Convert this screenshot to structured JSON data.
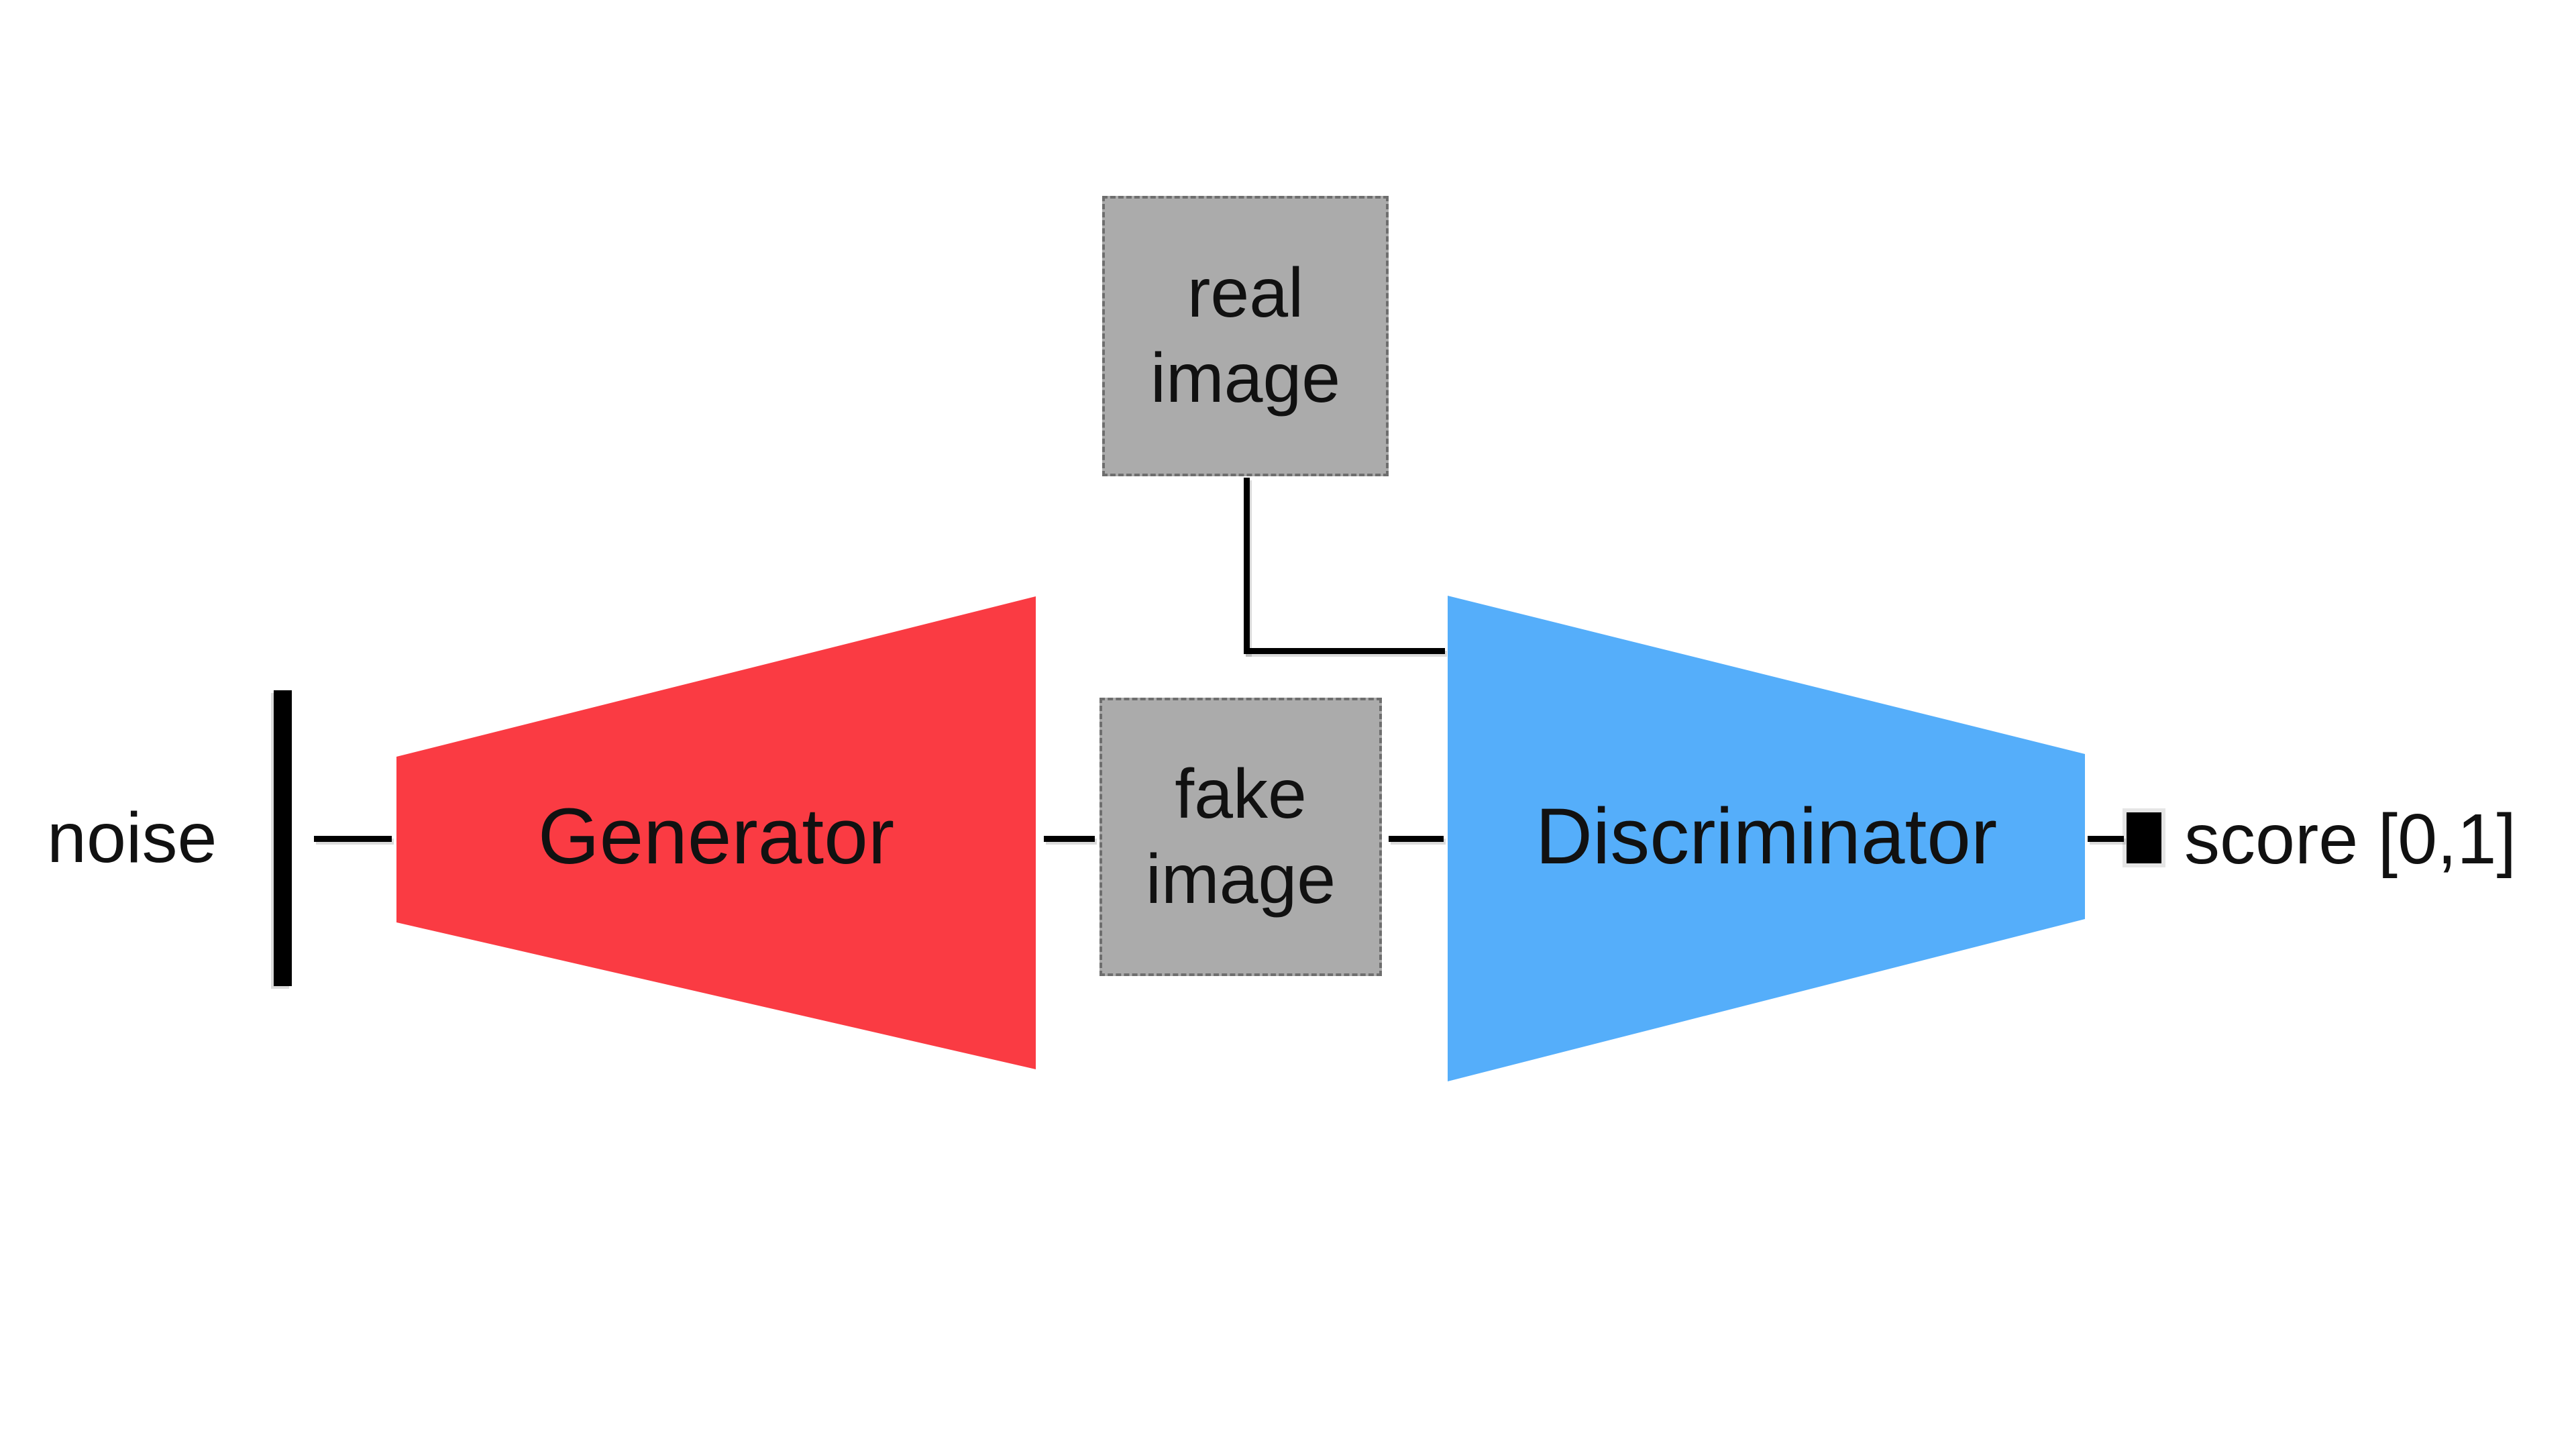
{
  "labels": {
    "noise": "noise",
    "generator": "Generator",
    "discriminator": "Discriminator",
    "score": "score [0,1]"
  },
  "boxes": {
    "real_image": {
      "line1": "real",
      "line2": "image"
    },
    "fake_image": {
      "line1": "fake",
      "line2": "image"
    }
  },
  "colors": {
    "generator": "#fa3b43",
    "discriminator": "#55aefa",
    "image_box": "#ababab",
    "connector": "#000000",
    "background": "#ffffff",
    "text": "#111111"
  }
}
